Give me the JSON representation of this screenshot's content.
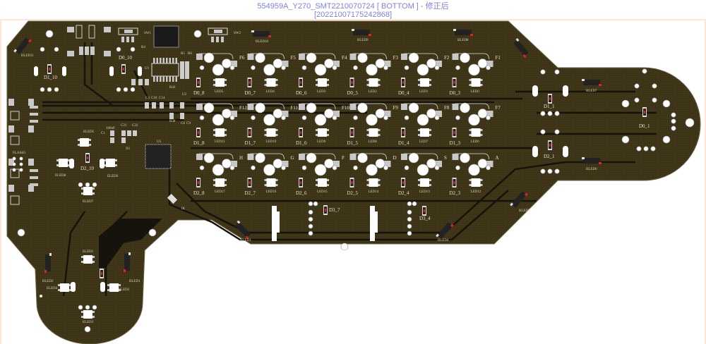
{
  "window": {
    "title": "554959A_Y270_SMT2210070724 [ BOTTOM ] - 修正后",
    "subtitle": "[20221007175242868]"
  },
  "colors": {
    "board": "#3d3418",
    "trace": "#15130c",
    "pad": "#c8c8c8",
    "hole": "#ffffff",
    "diode_mark": "#e0202a",
    "title": "#8080e0"
  },
  "keys": {
    "row0": {
      "switches": [
        "F6",
        "F5",
        "F4",
        "F3",
        "F2",
        "F1"
      ],
      "diodes": [
        "D0_8",
        "D0_7",
        "D0_6",
        "D0_5",
        "D0_4",
        "D0_3"
      ],
      "leds": [
        "LED5",
        "LED4",
        "LED3",
        "LED2",
        "LED1",
        "LED0"
      ]
    },
    "row1": {
      "switches": [
        "F12",
        "F11",
        "F10",
        "F9",
        "F8",
        "F7"
      ],
      "diodes": [
        "D1_8",
        "D1_7",
        "D1_6",
        "D1_5",
        "D1_4",
        "D1_3"
      ],
      "leds": [
        "LED11",
        "LED10",
        "LED9",
        "LED8",
        "LED7",
        "LED6"
      ]
    },
    "row2": {
      "switches": [
        "H",
        "G",
        "F",
        "D",
        "S",
        "A"
      ],
      "diodes": [
        "D2_8",
        "D2_7",
        "D2_6",
        "D2_5",
        "D2_4",
        "D2_3"
      ],
      "leds": [
        "LED17",
        "LED16",
        "LED15",
        "LED14",
        "LED13",
        "LED12"
      ]
    }
  },
  "components": {
    "sw1": "SW1",
    "sw2": "SW2",
    "u1": "U1",
    "u2": "U2",
    "u5": "U5",
    "d0_10": "D0_10",
    "d1_10": "D1_10",
    "d2_10": "D2_10",
    "d0_1": "D0_1",
    "d1_1": "D1_1",
    "d2_1": "D2_1",
    "d3_7": "D3_7",
    "d3_4": "D3_4",
    "c4": "C4",
    "c10": "C10",
    "c14": "C14",
    "r43": "R43",
    "r38": "R38",
    "c8": "C8",
    "c9": "C9",
    "c1": "C1",
    "c21": "C21",
    "c22": "C22",
    "cap_100nf": "100nF",
    "r4": "R4",
    "r5": "R5",
    "r6": "R6",
    "x1": "X1",
    "flash": "FLASH1",
    "r1k": "1K",
    "bled11": "BLED11",
    "bled10": "BLED10",
    "bled9": "BLED9",
    "bled8": "BLED8",
    "bled7": "BLED7",
    "bled6": "BLED6",
    "bled5": "BLED5",
    "bled4": "BLED4",
    "bled3": "BLED3",
    "bled2": "BLED2",
    "bled1": "BLED1",
    "eled1": "ELED1",
    "eled2": "ELED2",
    "eled3": "ELED3",
    "eled4": "ELED4",
    "eled5": "ELED5",
    "eled6": "ELED6",
    "eled7": "ELED7",
    "eled8": "ELED8"
  }
}
